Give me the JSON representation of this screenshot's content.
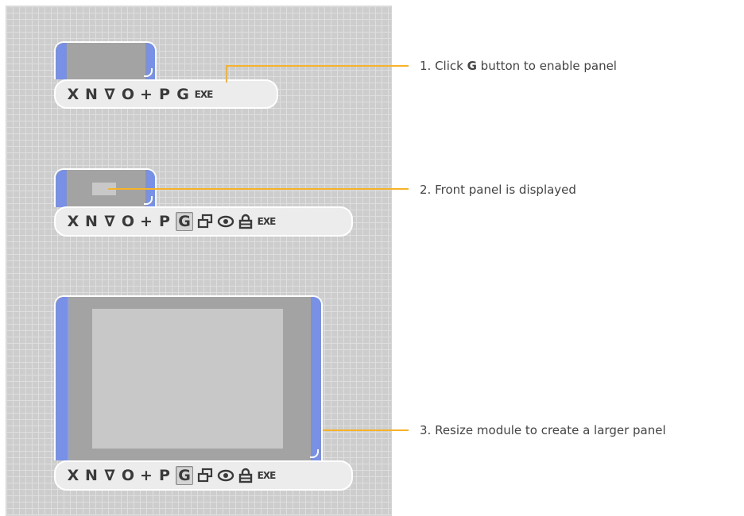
{
  "toolbar_short": [
    "X",
    "N",
    "∇",
    "O",
    "+",
    "P",
    "G",
    "EXE"
  ],
  "toolbar_full": [
    "X",
    "N",
    "∇",
    "O",
    "+",
    "P",
    "G",
    "copy",
    "eye",
    "lock",
    "EXE"
  ],
  "callouts": {
    "step1_prefix": "1. Click ",
    "step1_key": "G",
    "step1_suffix": " button to enable panel",
    "step2": "2. Front panel is displayed",
    "step3": "3. Resize module to create a larger panel"
  },
  "colors": {
    "grid_bg": "#cdcdcd",
    "screen_gray": "#a3a3a3",
    "side_blue": "#7890e6",
    "leader_orange": "#f7b229",
    "toolbar_bg": "#ececec"
  },
  "icons": {
    "copy": "copy-windows-icon",
    "eye": "eye-icon",
    "lock": "lock-icon"
  }
}
